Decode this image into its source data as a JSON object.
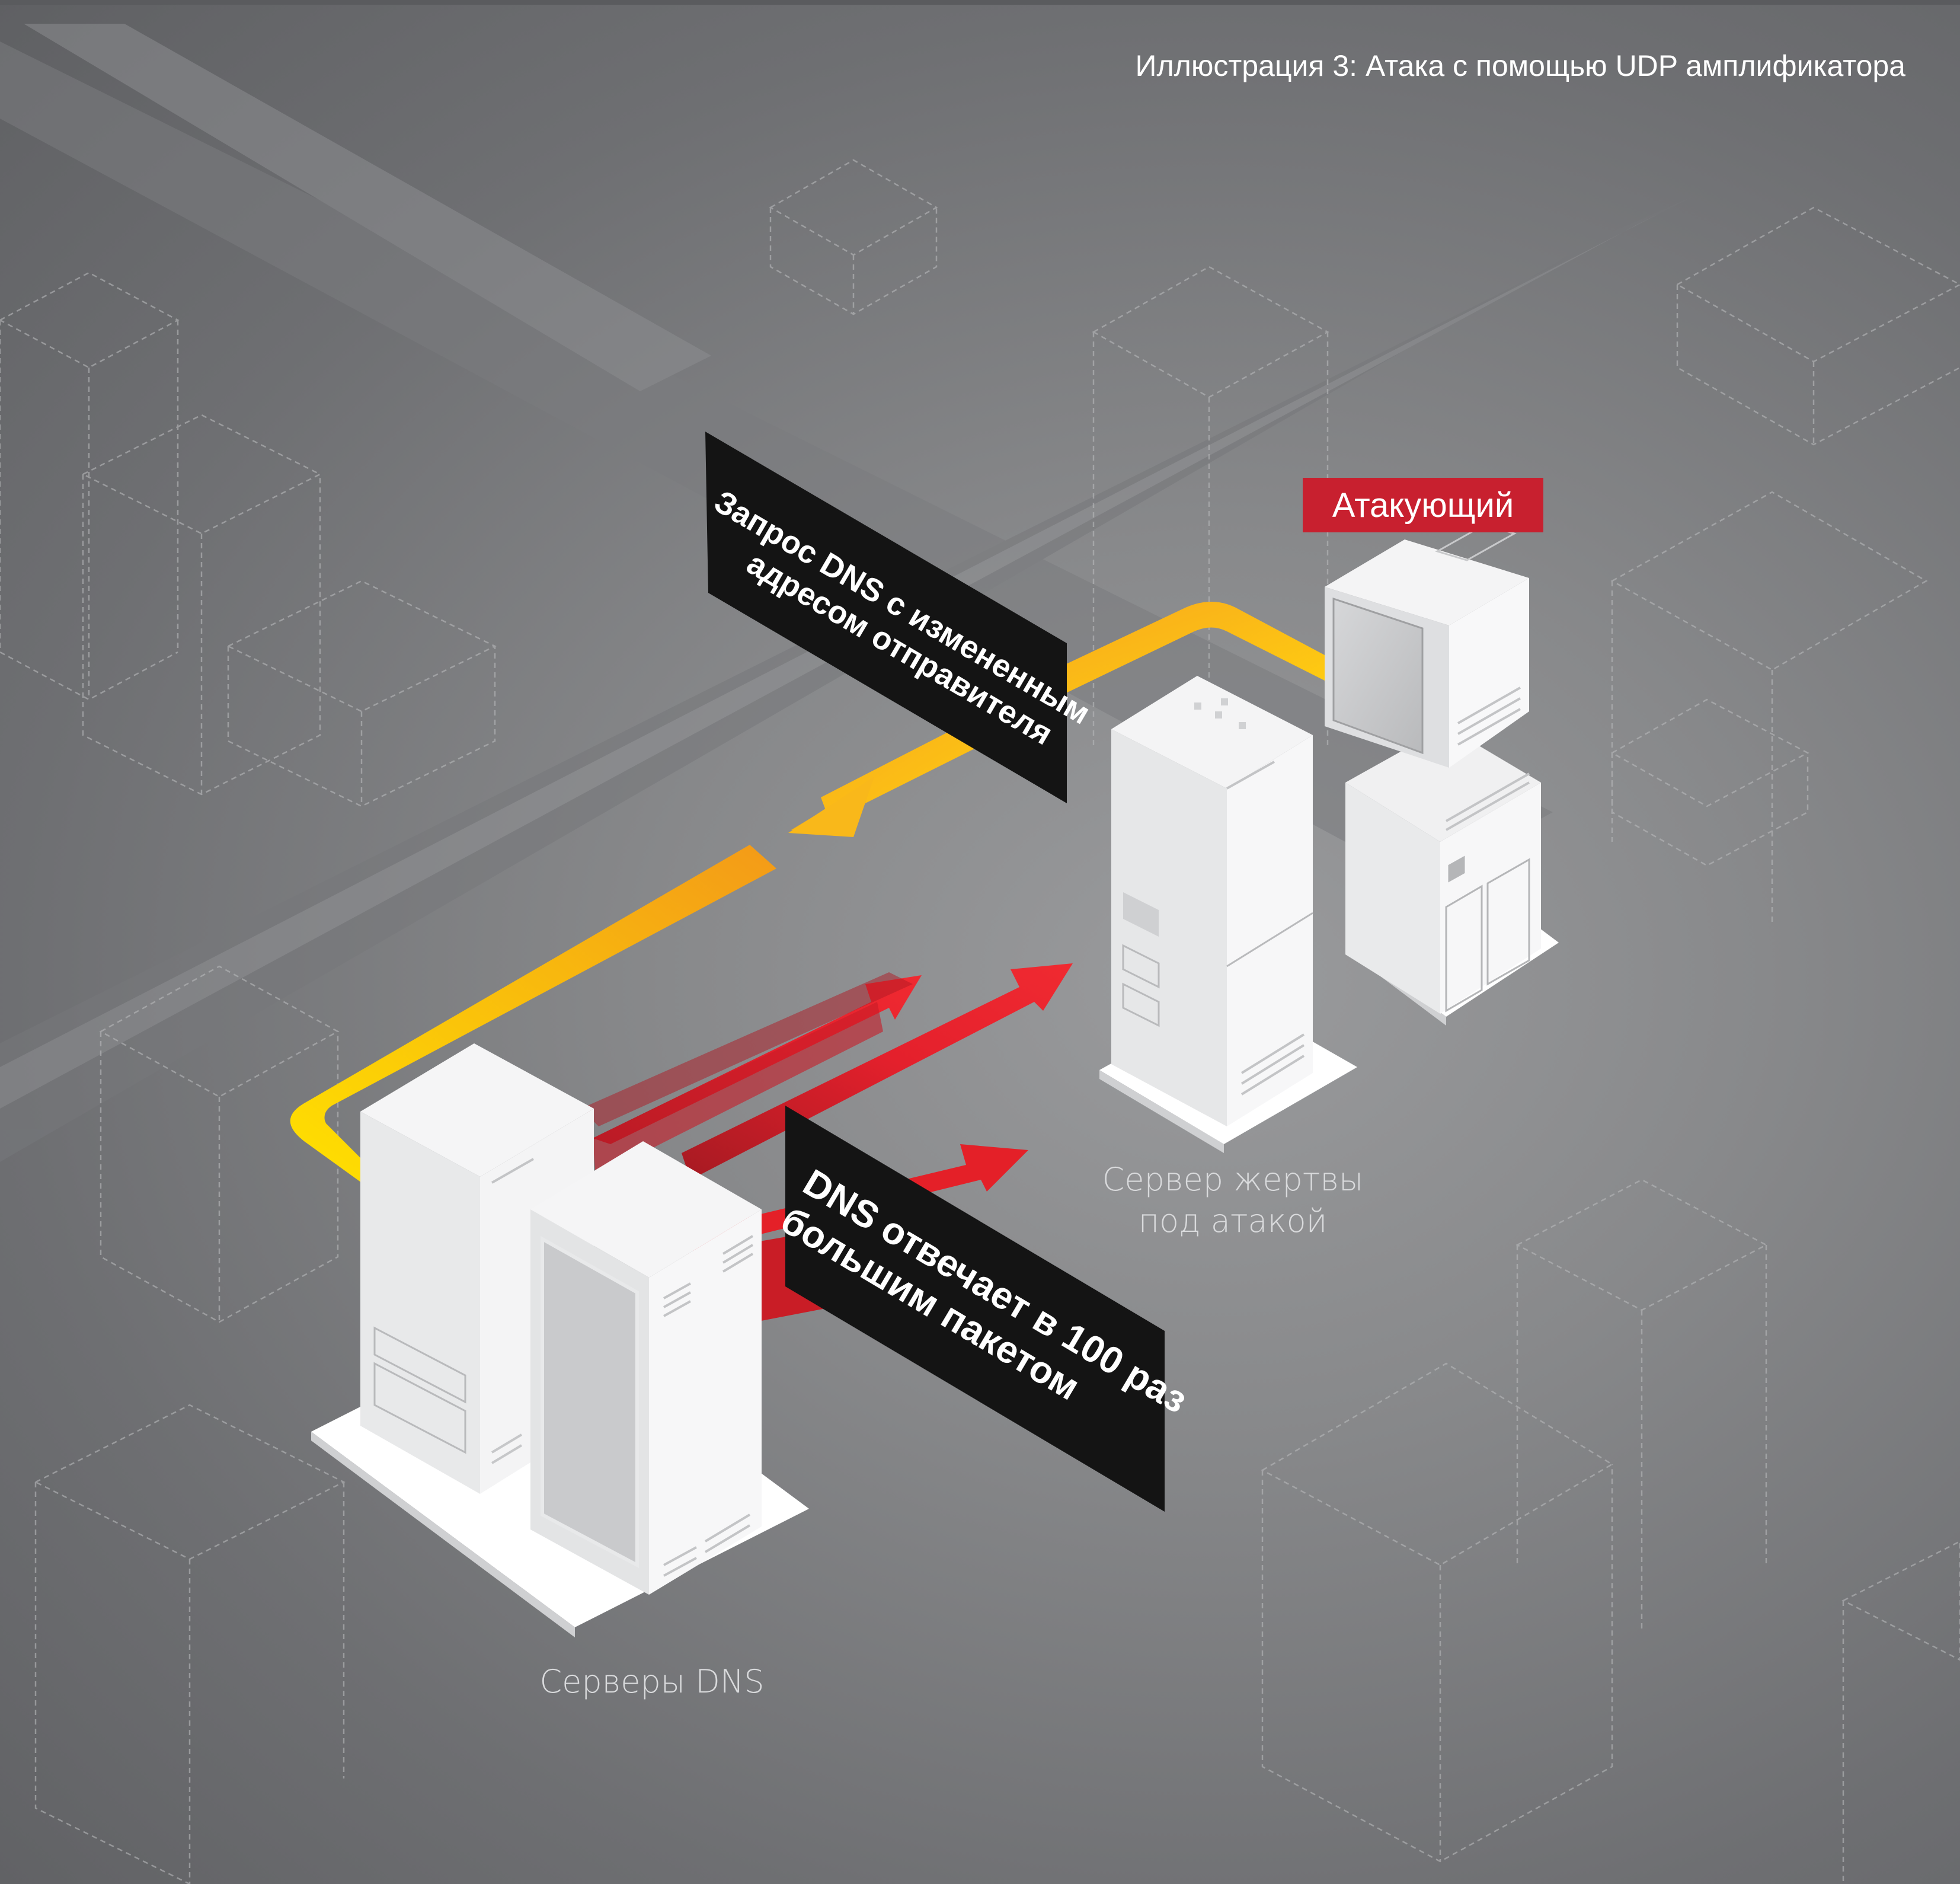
{
  "title": "Иллюстрация 3: Атака с помощью UDP амплификатора",
  "nodes": {
    "attacker": "Атакующий",
    "victim": [
      "Сервер жертвы",
      "под атакой"
    ],
    "dns": "Серверы DNS"
  },
  "callouts": {
    "spoofed_request": [
      "Запрос DNS с измененным",
      "адресом отправителя"
    ],
    "amplified_response": [
      "DNS отвечает в 100 раз",
      "большим пакетом"
    ]
  },
  "colors": {
    "attacker_badge": "#c8202f",
    "request_arrow": "#f6b51c",
    "response_arrow": "#e4202c",
    "callout_bg": "#141414"
  }
}
